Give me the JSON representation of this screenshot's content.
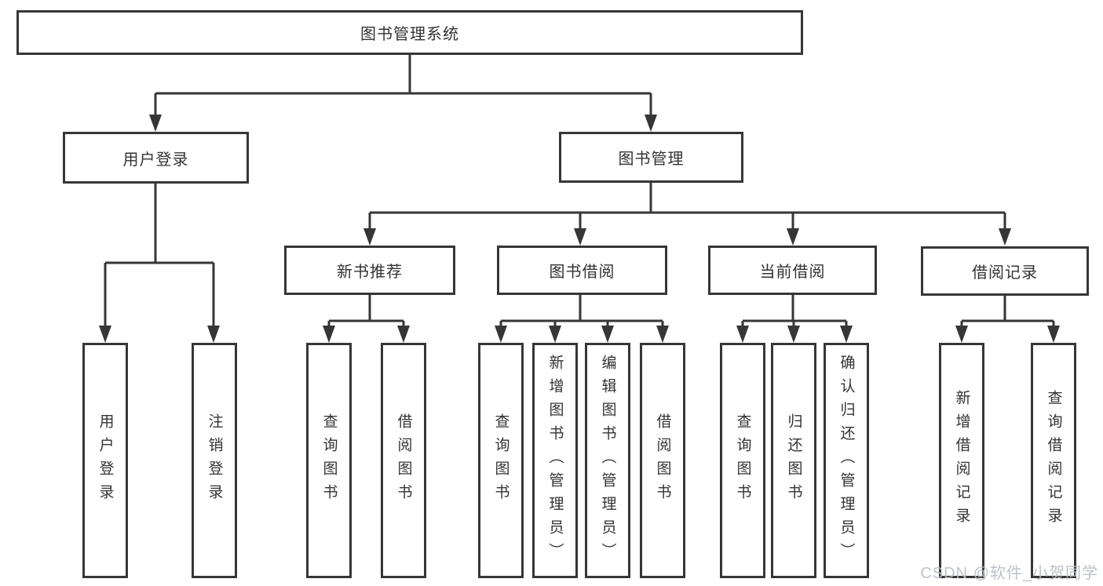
{
  "root": {
    "label": "图书管理系统"
  },
  "level1": [
    {
      "label": "用户登录"
    },
    {
      "label": "图书管理"
    }
  ],
  "level2": [
    {
      "label": "新书推荐"
    },
    {
      "label": "图书借阅"
    },
    {
      "label": "当前借阅"
    },
    {
      "label": "借阅记录"
    }
  ],
  "leaves": {
    "user_login": [
      {
        "label": "用户登录"
      },
      {
        "label": "注销登录"
      }
    ],
    "new_books": [
      {
        "label": "查询图书"
      },
      {
        "label": "借阅图书"
      }
    ],
    "book_borrow": [
      {
        "label": "查询图书"
      },
      {
        "label": "新增图书（管理员）"
      },
      {
        "label": "编辑图书（管理员）"
      },
      {
        "label": "借阅图书"
      }
    ],
    "current_borrow": [
      {
        "label": "查询图书"
      },
      {
        "label": "归还图书"
      },
      {
        "label": "确认归还（管理员）"
      }
    ],
    "borrow_records": [
      {
        "label": "新增借阅记录"
      },
      {
        "label": "查询借阅记录"
      }
    ]
  },
  "watermark": {
    "text": "CSDN @软件_小贺同学"
  },
  "colors": {
    "line": "#363636",
    "text": "#333333",
    "box_bg": "#ffffff",
    "watermark": "#b9bdc4"
  }
}
